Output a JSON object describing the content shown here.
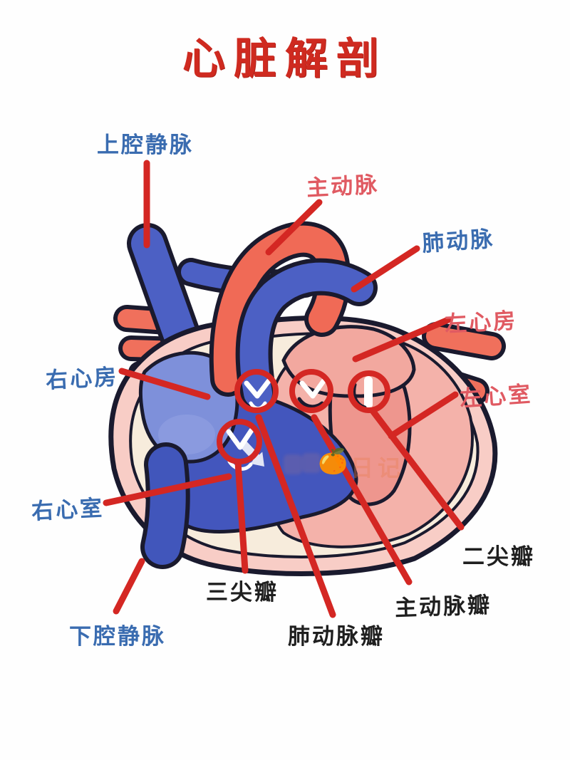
{
  "title": {
    "text": "心脏解剖",
    "color": "#cf2a20"
  },
  "watermark": {
    "emoji": "🍊",
    "text": "日记"
  },
  "labels": {
    "superior_vena_cava": {
      "text": "上腔静脉",
      "color": "#3a6cb0",
      "type": "vein"
    },
    "aorta": {
      "text": "主动脉",
      "color": "#e05a62",
      "type": "artery"
    },
    "pulmonary_artery": {
      "text": "肺动脉",
      "color": "#3a6cb0",
      "type": "vein"
    },
    "left_atrium": {
      "text": "左心房",
      "color": "#e05a62",
      "type": "artery"
    },
    "right_atrium": {
      "text": "右心房",
      "color": "#3a6cb0",
      "type": "vein"
    },
    "left_ventricle": {
      "text": "左心室",
      "color": "#e05a62",
      "type": "artery"
    },
    "right_ventricle": {
      "text": "右心室",
      "color": "#3a6cb0",
      "type": "vein"
    },
    "inferior_vena_cava": {
      "text": "下腔静脉",
      "color": "#3a6cb0",
      "type": "vein"
    },
    "tricuspid_valve": {
      "text": "三尖瓣",
      "color": "#1f1f1f",
      "type": "valve"
    },
    "pulmonary_valve": {
      "text": "肺动脉瓣",
      "color": "#1f1f1f",
      "type": "valve"
    },
    "aortic_valve": {
      "text": "主动脉瓣",
      "color": "#1f1f1f",
      "type": "valve"
    },
    "mitral_valve": {
      "text": "二尖瓣",
      "color": "#1f1f1f",
      "type": "valve"
    }
  },
  "colors": {
    "annotation_red": "#d42723",
    "outline_dark": "#1a1a2e",
    "vein_blue_fill": "#4c60c4",
    "right_atrium_fill": "#7e90da",
    "right_ventricle_fill": "#4356bd",
    "artery_red_fill": "#f06a56",
    "left_atrium_fill": "#f2a89f",
    "left_ventricle_fill": "#ee968e",
    "heart_wall_pink": "#f8cdc6",
    "inner_cream": "#f7ecdc"
  }
}
